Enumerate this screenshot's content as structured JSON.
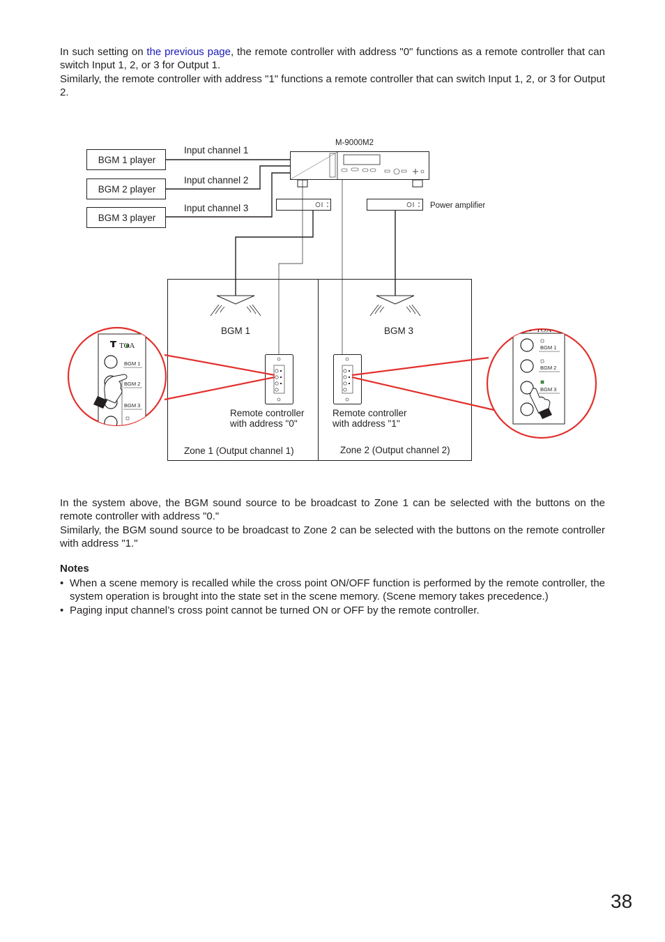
{
  "intro": {
    "part1": "In such setting on ",
    "link_text": "the previous page",
    "part2": ", the remote controller with address \"0\" functions as a remote controller that can switch Input 1, 2, or 3 for Output 1.",
    "para2": "Similarly, the remote controller with address \"1\" functions a remote controller that can switch Input 1, 2, or 3 for Output 2."
  },
  "diagram": {
    "device_label": "M-9000M2",
    "players": [
      "BGM 1 player",
      "BGM 2 player",
      "BGM 3 player"
    ],
    "input_channels": [
      "Input channel 1",
      "Input channel 2",
      "Input channel 3"
    ],
    "power_amplifier_label": "Power amplifier",
    "speakers": [
      "BGM 1",
      "BGM 3"
    ],
    "remotes": [
      {
        "line1": "Remote controller",
        "line2": "with address \"0\""
      },
      {
        "line1": "Remote controller",
        "line2": "with address \"1\""
      }
    ],
    "zones": [
      "Zone 1 (Output channel 1)",
      "Zone 2 (Output channel 2)"
    ],
    "zoom_logo": "TOA",
    "zoom_buttons": [
      "BGM 1",
      "BGM 2",
      "BGM 3"
    ]
  },
  "after": {
    "para1": "In the system above, the BGM sound source to be broadcast to Zone 1 can be selected with the buttons on the remote controller with address \"0.\"",
    "para2": "Similarly, the BGM sound source to be broadcast to Zone 2 can be selected with the buttons on the remote controller with address \"1.\""
  },
  "notes": {
    "heading": "Notes",
    "bullet": "•",
    "items": [
      "When a scene memory is recalled while the cross point ON/OFF function is performed by the remote controller, the system operation is brought into the state set in the scene memory. (Scene memory takes precedence.)",
      "Paging input channel’s cross point cannot be turned ON or OFF by the remote controller."
    ]
  },
  "page_number": "38"
}
